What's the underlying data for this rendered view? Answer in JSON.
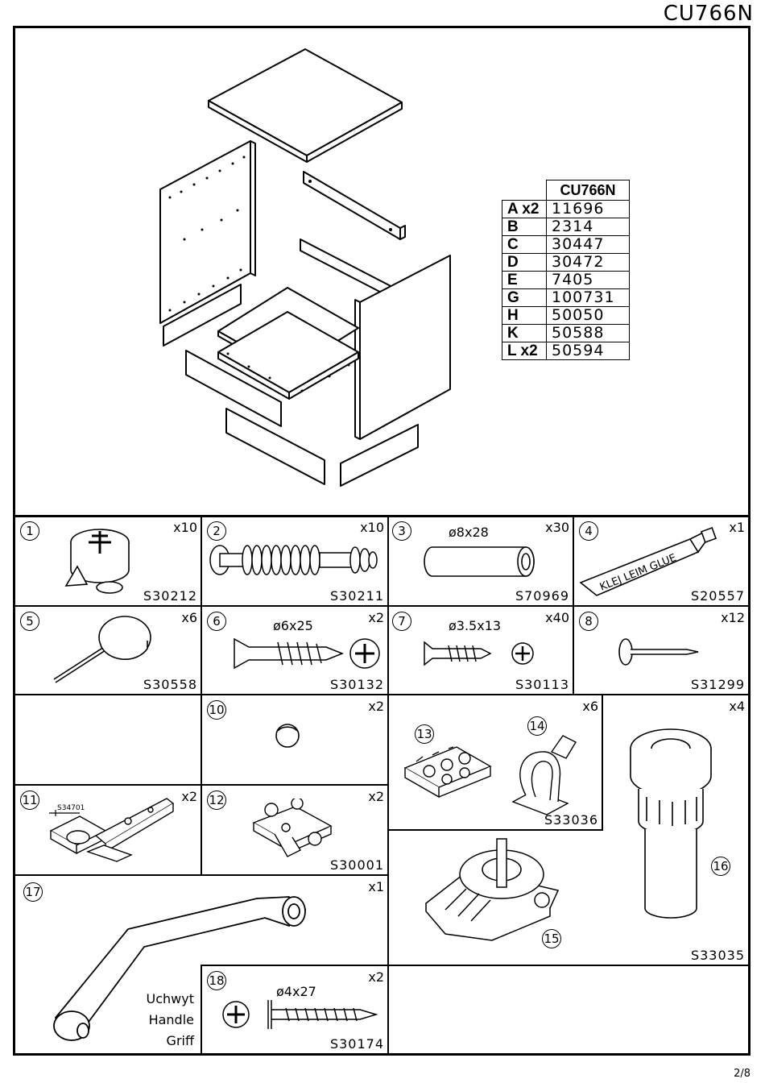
{
  "header": {
    "code": "CU766N"
  },
  "footer": {
    "page": "2/8"
  },
  "parts_table": {
    "title": "CU766N",
    "rows": [
      {
        "key": "A x2",
        "value": "11696"
      },
      {
        "key": "B",
        "value": "2314"
      },
      {
        "key": "C",
        "value": "30447"
      },
      {
        "key": "D",
        "value": "30472"
      },
      {
        "key": "E",
        "value": "7405"
      },
      {
        "key": "G",
        "value": "100731"
      },
      {
        "key": "H",
        "value": "50050"
      },
      {
        "key": "K",
        "value": "50588"
      },
      {
        "key": "L x2",
        "value": "50594"
      }
    ]
  },
  "hardware": [
    {
      "n": "1",
      "qty": "x10",
      "code": "S30212"
    },
    {
      "n": "2",
      "qty": "x10",
      "code": "S30211"
    },
    {
      "n": "3",
      "qty": "x30",
      "code": "S70969",
      "dim": "ø8x28"
    },
    {
      "n": "4",
      "qty": "x1",
      "code": "S20557",
      "label": "KLEJ LEIM GLUE"
    },
    {
      "n": "5",
      "qty": "x6",
      "code": "S30558"
    },
    {
      "n": "6",
      "qty": "x2",
      "code": "S30132",
      "dim": "ø6x25"
    },
    {
      "n": "7",
      "qty": "x40",
      "code": "S30113",
      "dim": "ø3.5x13"
    },
    {
      "n": "8",
      "qty": "x12",
      "code": "S31299"
    },
    {
      "n": "10",
      "qty": "x2"
    },
    {
      "n": "11",
      "qty": "x2",
      "sub": "S34701"
    },
    {
      "n": "12",
      "qty": "x2",
      "code": "S30001"
    },
    {
      "n": "13"
    },
    {
      "n": "14",
      "qty": "x6",
      "code": "S33036"
    },
    {
      "n": "15"
    },
    {
      "n": "16",
      "qty": "x4",
      "code": "S33035"
    },
    {
      "n": "17",
      "qty": "x1",
      "handle": [
        "Uchwyt",
        "Handle",
        "Griff"
      ]
    },
    {
      "n": "18",
      "qty": "x2",
      "code": "S30174",
      "dim": "ø4x27"
    }
  ]
}
